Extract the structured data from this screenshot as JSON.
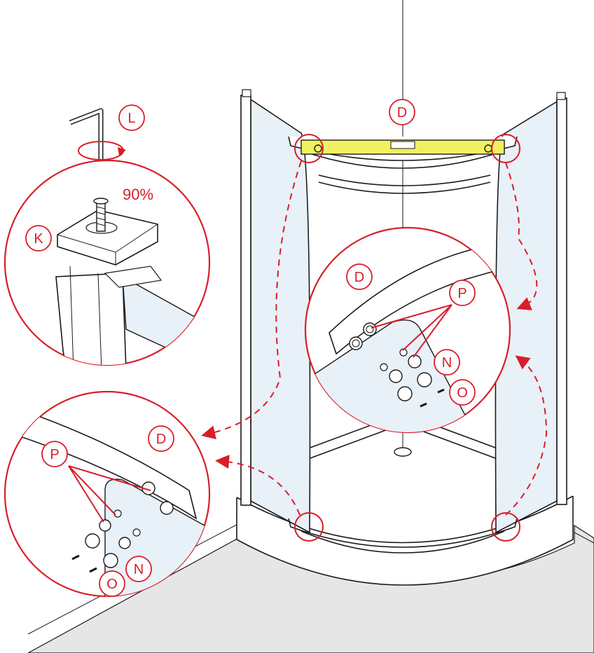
{
  "colors": {
    "accent_red": "#d81e28",
    "glass": "#e8f0f8",
    "level_yellow": "#f0f060",
    "floor_gray": "#e6e6e6"
  },
  "labels": {
    "d_main": "D",
    "l_tool": "L",
    "k_detail": "K",
    "rotation_value": "90%",
    "d_right": "D",
    "p_right": "P",
    "n_right": "N",
    "o_right": "O",
    "d_left": "D",
    "p_left": "P",
    "n_left": "N",
    "o_left": "O"
  },
  "icons": [
    "hex-key-icon",
    "rotation-arrow-icon",
    "spirit-level-icon",
    "screw-icon"
  ]
}
